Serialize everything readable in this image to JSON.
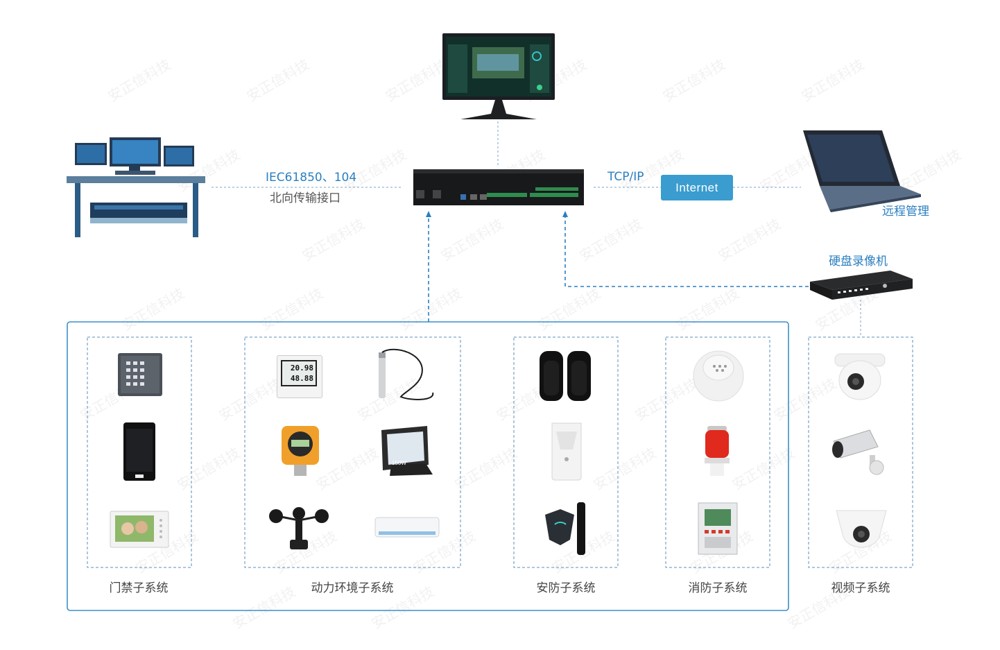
{
  "links": {
    "north_protocol": "IEC61850、104",
    "north_interface": "北向传输接口",
    "tcp_ip": "TCP/IP",
    "internet": "Internet",
    "remote_mgmt": "远程管理",
    "dvr": "硬盘录像机"
  },
  "groups": {
    "access_control": "门禁子系统",
    "power_env": "动力环境子系统",
    "security": "安防子系统",
    "fire": "消防子系统",
    "video": "视频子系统"
  },
  "devices": {
    "thermo_line1": "20.98",
    "thermo_line2": "48.88",
    "flood_light_label": "150W"
  },
  "watermark": "安正信科技",
  "colors": {
    "accent_blue": "#2a7fc0",
    "button_blue": "#3a9ccf",
    "frame_blue": "#3b8fc8",
    "dashed_gray": "#6a8fb3"
  }
}
